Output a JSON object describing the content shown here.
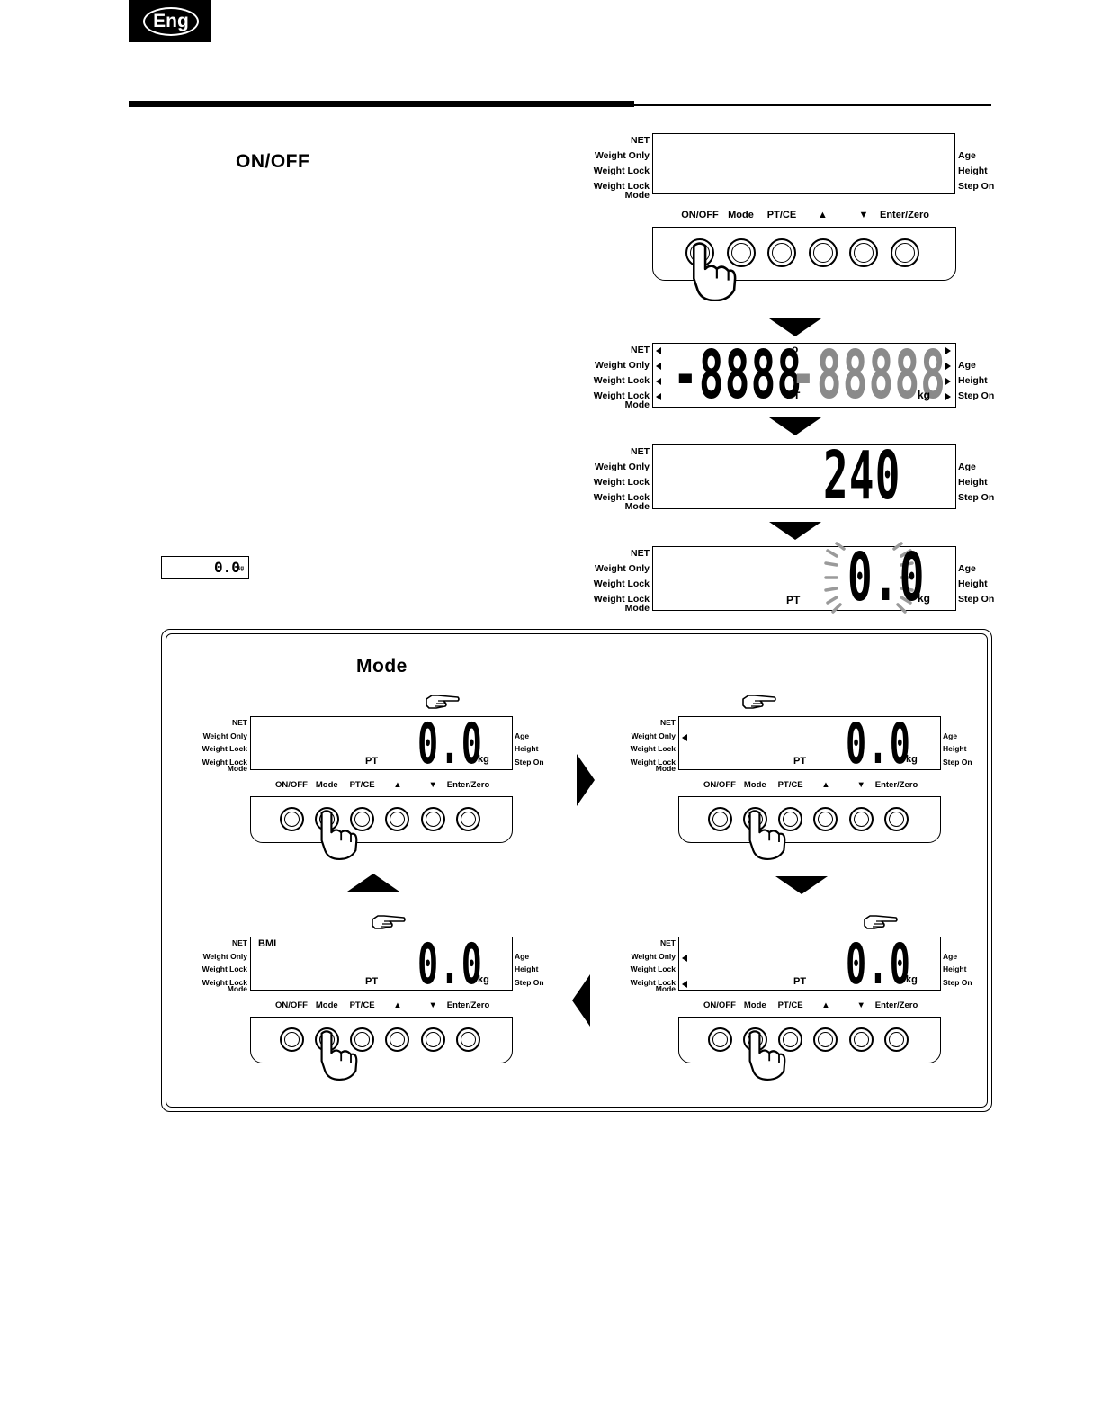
{
  "language_badge": "Eng",
  "step_onoff_key": "ON/OFF",
  "mode_box_key": "Mode",
  "small_display": {
    "value": "0.0",
    "unit": "kg"
  },
  "lcd_labels": {
    "left": [
      "NET",
      "Weight  Only",
      "Weight Lock",
      "Weight Lock",
      "Mode"
    ],
    "right": [
      "Age",
      "Height",
      "Step On"
    ]
  },
  "buttons": [
    "ON/OFF",
    "Mode",
    "PT/CE",
    "▲",
    "▼",
    "Enter/Zero"
  ],
  "sequence": {
    "all_segments": {
      "left": "-8888",
      "right": "-88888",
      "pt": "PT",
      "unit": "kg",
      "deg": "o"
    },
    "countdown": "240",
    "zero": {
      "value": "0.0",
      "pt": "PT",
      "unit": "kg"
    }
  },
  "mode_panels": {
    "value": "0.0",
    "unit": "kg",
    "pt": "PT",
    "bmi": "BMI",
    "pointer_icon": "pointing-hand-icon"
  }
}
